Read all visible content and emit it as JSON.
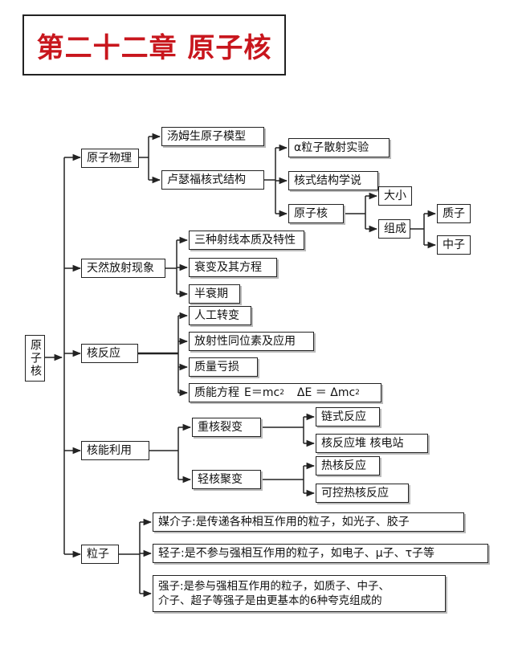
{
  "title": "第二十二章 原子核",
  "root": "原子核",
  "branches": {
    "atomic_physics": {
      "label": "原子物理",
      "thomson": "汤姆生原子模型",
      "rutherford": "卢瑟福核式结构",
      "alpha": "α粒子散射实验",
      "nuclear_theory": "核式结构学说",
      "nucleus": "原子核",
      "size": "大小",
      "composition": "组成",
      "proton": "质子",
      "neutron": "中子"
    },
    "radioactivity": {
      "label": "天然放射现象",
      "rays": "三种射线本质及特性",
      "decay": "衰变及其方程",
      "half_life": "半衰期"
    },
    "reaction": {
      "label": "核反应",
      "artificial": "人工转变",
      "isotopes": "放射性同位素及应用",
      "mass_defect": "质量亏损",
      "equation_label": "质能方程",
      "equation_1": "E＝mc",
      "equation_2": "ΔE ＝ Δmc",
      "exponent": "2"
    },
    "energy": {
      "label": "核能利用",
      "fission": "重核裂变",
      "chain": "链式反应",
      "reactor": "核反应堆  核电站",
      "fusion": "轻核聚变",
      "thermo": "热核反应",
      "controlled": "可控热核反应"
    },
    "particles": {
      "label": "粒子",
      "mediator": "媒介子:是传递各种相互作用的粒子，如光子、胶子",
      "lepton": "轻子:是不参与强相互作用的粒子，如电子、μ子、τ子等",
      "hadron_1": "强子:是参与强相互作用的粒子，如质子、中子、",
      "hadron_2": "介子、超子等强子是由更基本的6种夸克组成的"
    }
  }
}
